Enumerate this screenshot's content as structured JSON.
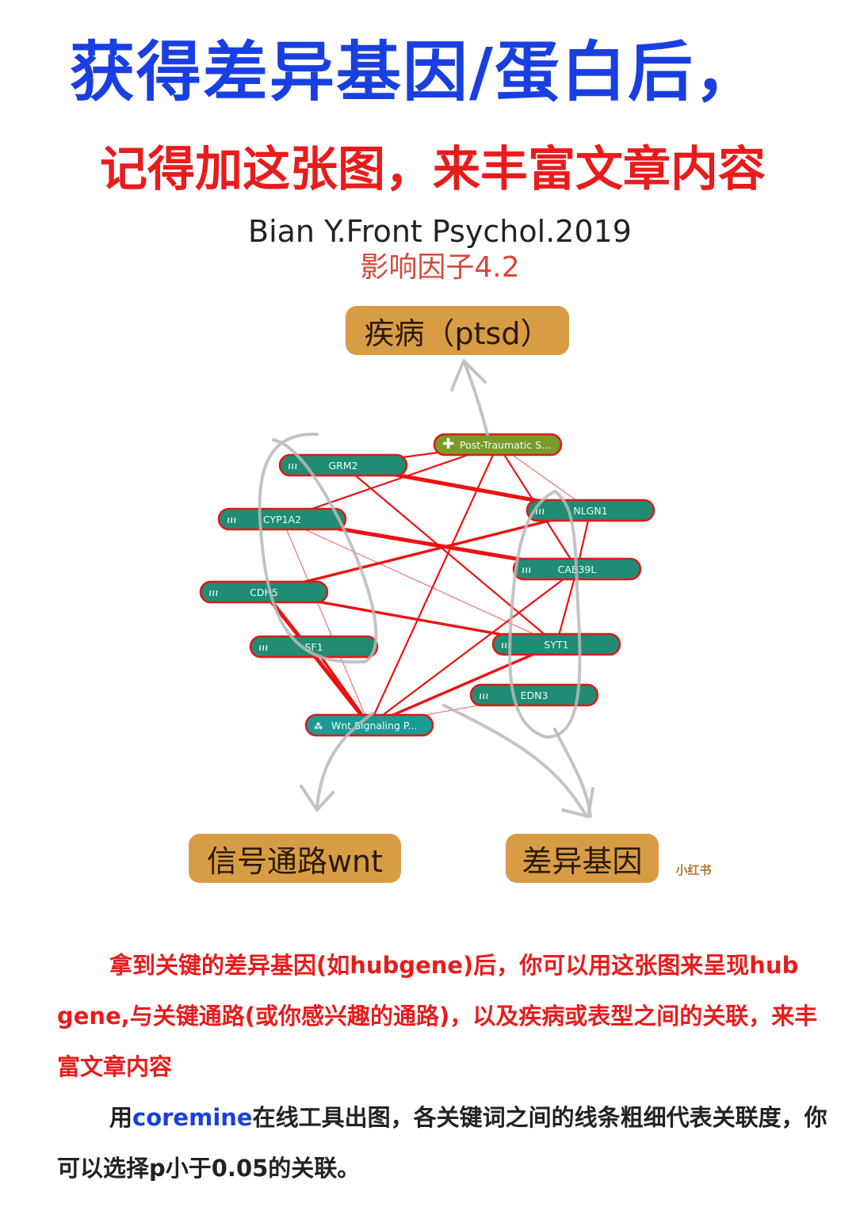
{
  "header": {
    "title_line1": "获得差异基因/蛋白后，",
    "title_line2": "记得加这张图，来丰富文章内容",
    "citation": "Bian Y.Front Psychol.2019",
    "impact_factor": "影响因子4.2"
  },
  "diagram": {
    "boxes": {
      "disease": "疾病（ptsd）",
      "pathway": "信号通路wnt",
      "genes": "差异基因"
    },
    "watermark": "小红书",
    "nodes": [
      {
        "id": "ptsd",
        "label": "Post-Traumatic S...",
        "type": "disease",
        "icon": "plus-icon"
      },
      {
        "id": "GRM2",
        "label": "GRM2",
        "type": "gene",
        "icon": "dna-icon"
      },
      {
        "id": "NLGN1",
        "label": "NLGN1",
        "type": "gene",
        "icon": "dna-icon"
      },
      {
        "id": "CYP1A2",
        "label": "CYP1A2",
        "type": "gene",
        "icon": "dna-icon"
      },
      {
        "id": "CAB39L",
        "label": "CAB39L",
        "type": "gene",
        "icon": "dna-icon"
      },
      {
        "id": "CDH5",
        "label": "CDH5",
        "type": "gene",
        "icon": "dna-icon"
      },
      {
        "id": "SF1",
        "label": "SF1",
        "type": "gene",
        "icon": "dna-icon"
      },
      {
        "id": "SYT1",
        "label": "SYT1",
        "type": "gene",
        "icon": "dna-icon"
      },
      {
        "id": "EDN3",
        "label": "EDN3",
        "type": "gene",
        "icon": "dna-icon"
      },
      {
        "id": "wnt",
        "label": "Wnt Signaling P...",
        "type": "pathway",
        "icon": "pathway-icon"
      }
    ],
    "edges": [
      [
        "ptsd",
        "GRM2",
        2
      ],
      [
        "ptsd",
        "CYP1A2",
        2
      ],
      [
        "ptsd",
        "wnt",
        2
      ],
      [
        "ptsd",
        "CAB39L",
        2
      ],
      [
        "ptsd",
        "NLGN1",
        1
      ],
      [
        "GRM2",
        "NLGN1",
        4
      ],
      [
        "GRM2",
        "SYT1",
        2
      ],
      [
        "CYP1A2",
        "CAB39L",
        4
      ],
      [
        "CYP1A2",
        "wnt",
        1
      ],
      [
        "CYP1A2",
        "SYT1",
        1
      ],
      [
        "CDH5",
        "NLGN1",
        3
      ],
      [
        "CDH5",
        "SYT1",
        3
      ],
      [
        "CDH5",
        "wnt",
        4
      ],
      [
        "SF1",
        "wnt",
        3
      ],
      [
        "NLGN1",
        "CAB39L",
        2
      ],
      [
        "CAB39L",
        "wnt",
        2
      ],
      [
        "CAB39L",
        "SYT1",
        2
      ],
      [
        "SYT1",
        "wnt",
        3
      ],
      [
        "EDN3",
        "wnt",
        1
      ]
    ],
    "colors": {
      "edge": "#ee1111",
      "gene_node": "#1f8c73",
      "disease_node": "#7a9a2a",
      "pathway_node": "#1a9a94",
      "box": "#d89c45"
    }
  },
  "body": {
    "para1": "拿到关键的差异基因(如hubgene)后，你可以用这张图来呈现hub gene,与关键通路(或你感兴趣的通路)，以及疾病或表型之间的关联，来丰富文章内容",
    "para2_pre": "用",
    "para2_link": "coremine",
    "para2_post": "在线工具出图，各关键词之间的线条粗细代表关联度，你可以选择p小于0.05的关联。"
  }
}
